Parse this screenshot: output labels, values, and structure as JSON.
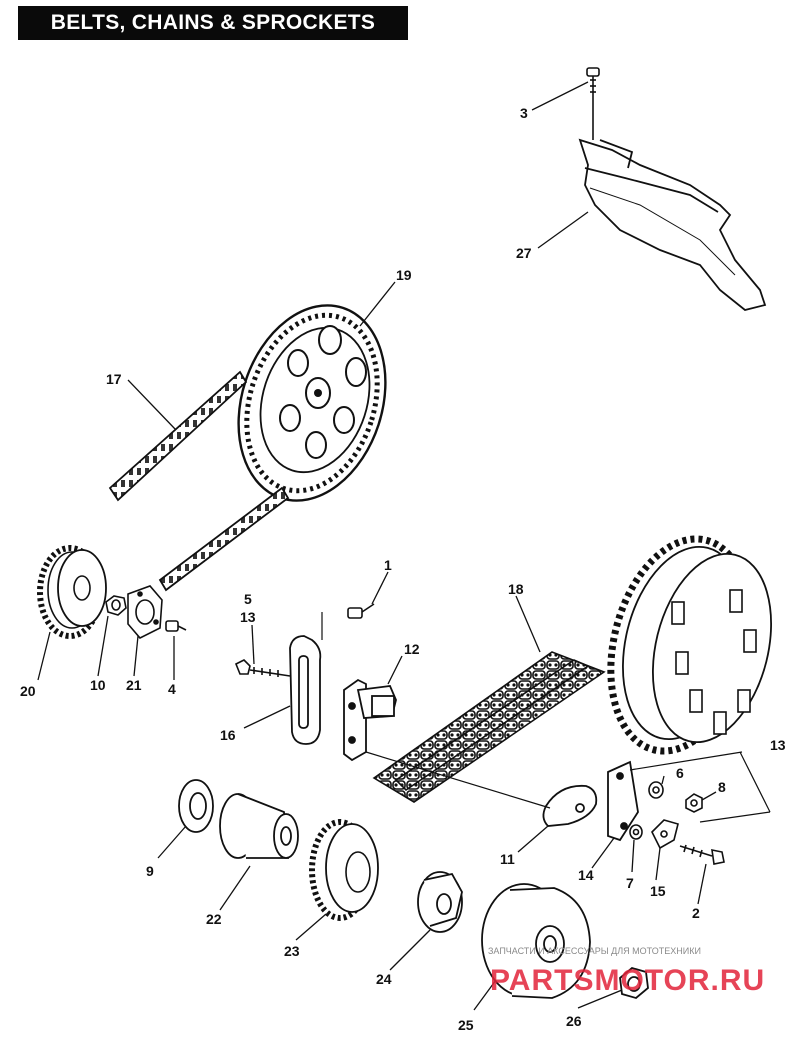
{
  "title": "BELTS, CHAINS & SPROCKETS",
  "callouts": [
    {
      "id": "c1",
      "text": "1"
    },
    {
      "id": "c2",
      "text": "2"
    },
    {
      "id": "c3",
      "text": "3"
    },
    {
      "id": "c4",
      "text": "4"
    },
    {
      "id": "c5",
      "text": "5"
    },
    {
      "id": "c6",
      "text": "6"
    },
    {
      "id": "c7",
      "text": "7"
    },
    {
      "id": "c8",
      "text": "8"
    },
    {
      "id": "c9",
      "text": "9"
    },
    {
      "id": "c10",
      "text": "10"
    },
    {
      "id": "c11",
      "text": "11"
    },
    {
      "id": "c12",
      "text": "12"
    },
    {
      "id": "c13a",
      "text": "13"
    },
    {
      "id": "c13b",
      "text": "13"
    },
    {
      "id": "c14",
      "text": "14"
    },
    {
      "id": "c15",
      "text": "15"
    },
    {
      "id": "c16",
      "text": "16"
    },
    {
      "id": "c17",
      "text": "17"
    },
    {
      "id": "c18",
      "text": "18"
    },
    {
      "id": "c19",
      "text": "19"
    },
    {
      "id": "c20",
      "text": "20"
    },
    {
      "id": "c21",
      "text": "21"
    },
    {
      "id": "c22",
      "text": "22"
    },
    {
      "id": "c23",
      "text": "23"
    },
    {
      "id": "c24",
      "text": "24"
    },
    {
      "id": "c25",
      "text": "25"
    },
    {
      "id": "c26",
      "text": "26"
    },
    {
      "id": "c27",
      "text": "27"
    }
  ],
  "watermark": {
    "line1": "ЗАПЧАСТИ И АКСЕССУАРЫ ДЛЯ МОТОТЕХНИКИ",
    "brand": "PARTSMOTOR.RU",
    "brand_color": "#e2233a"
  }
}
